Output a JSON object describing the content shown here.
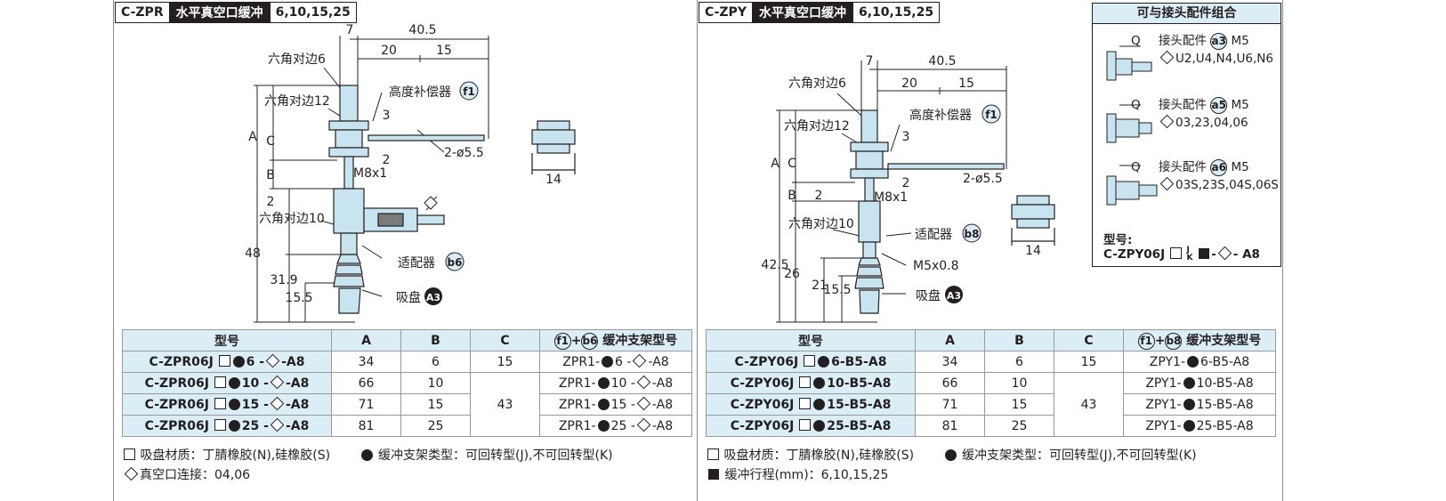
{
  "left": {
    "header": {
      "code": "C-ZPR",
      "name": "水平真空口缓冲",
      "sizes": "6,10,15,25"
    },
    "drawing": {
      "dims": {
        "d7": "7",
        "d40_5": "40.5",
        "d20": "20",
        "d15": "15",
        "d3": "3",
        "d2": "2",
        "holes": "2-ø5.5",
        "thread": "M8x1",
        "dA": "A",
        "dC": "C",
        "dB": "B",
        "d2b": "2",
        "d48": "48",
        "d31_9": "31.9",
        "d15_5": "15.5",
        "d14": "14"
      },
      "labels": {
        "hex6": "六角对边6",
        "hex12": "六角对边12",
        "hex10": "六角对边10",
        "compensator": "高度补偿器",
        "compensator_id": "f1",
        "adapter": "适配器",
        "adapter_id": "b6",
        "cup": "吸盘",
        "cup_id": "A3"
      }
    },
    "table": {
      "headers": {
        "model": "型号",
        "a": "A",
        "b": "B",
        "c": "C",
        "mount": "缓冲支架型号",
        "mount_id1": "f1",
        "mount_plus": "+",
        "mount_id2": "b6"
      },
      "rows": [
        {
          "model_pre": "C-ZPR06J",
          "model_mid": "6",
          "model_post": "-A8",
          "a": "34",
          "b": "6",
          "c": "15",
          "mount_pre": "ZPR1-",
          "mount_mid": "6",
          "mount_post": "-A8"
        },
        {
          "model_pre": "C-ZPR06J",
          "model_mid": "10",
          "model_post": "-A8",
          "a": "66",
          "b": "10",
          "c": "43",
          "mount_pre": "ZPR1-",
          "mount_mid": "10",
          "mount_post": "-A8"
        },
        {
          "model_pre": "C-ZPR06J",
          "model_mid": "15",
          "model_post": "-A8",
          "a": "71",
          "b": "15",
          "mount_pre": "ZPR1-",
          "mount_mid": "15",
          "mount_post": "-A8"
        },
        {
          "model_pre": "C-ZPR06J",
          "model_mid": "25",
          "model_post": "-A8",
          "a": "81",
          "b": "25",
          "mount_pre": "ZPR1-",
          "mount_mid": "25",
          "mount_post": "-A8"
        }
      ]
    },
    "notes": {
      "cup_material": "吸盘材质：丁腈橡胶(N),硅橡胶(S)",
      "mount_type": "缓冲支架类型：可回转型(J),不可回转型(K)",
      "vacuum_port": "真空口连接：04,06"
    }
  },
  "right": {
    "header": {
      "code": "C-ZPY",
      "name": "水平真空口缓冲",
      "sizes": "6,10,15,25"
    },
    "drawing": {
      "dims": {
        "d7": "7",
        "d40_5": "40.5",
        "d20": "20",
        "d15": "15",
        "d3": "3",
        "d2": "2",
        "holes": "2-ø5.5",
        "thread": "M8x1",
        "dA": "A",
        "dC": "C",
        "dB": "B",
        "d2b": "2",
        "d42_5": "42.5",
        "d26": "26",
        "d21": "21",
        "d15_5": "15.5",
        "d14": "14",
        "m5": "M5x0.8"
      },
      "labels": {
        "hex6": "六角对边6",
        "hex12": "六角对边12",
        "hex10": "六角对边10",
        "compensator": "高度补偿器",
        "compensator_id": "f1",
        "adapter": "适配器",
        "adapter_id": "b8",
        "cup": "吸盘",
        "cup_id": "A3"
      }
    },
    "combo": {
      "title": "可与接头配件组合",
      "items": [
        {
          "q": "Q",
          "name": "接头配件",
          "id": "a3",
          "size": "M5",
          "options": "U2,U4,N4,U6,N6"
        },
        {
          "q": "Q",
          "name": "接头配件",
          "id": "a5",
          "size": "M5",
          "options": "03,23,04,06"
        },
        {
          "q": "Q",
          "name": "接头配件",
          "id": "a6",
          "size": "M5",
          "options": "03S,23S,04S,06S"
        }
      ],
      "model_label": "型号:",
      "model_pre": "C-ZPY06J",
      "model_j": "J",
      "model_k": "K",
      "model_dash": "-",
      "model_post": "- A8"
    },
    "table": {
      "headers": {
        "model": "型号",
        "a": "A",
        "b": "B",
        "c": "C",
        "mount": "缓冲支架型号",
        "mount_id1": "f1",
        "mount_plus": "+",
        "mount_id2": "b8"
      },
      "rows": [
        {
          "model_pre": "C-ZPY06J",
          "model_post": "6-B5-A8",
          "a": "34",
          "b": "6",
          "c": "15",
          "mount_pre": "ZPY1-",
          "mount_post": "6-B5-A8"
        },
        {
          "model_pre": "C-ZPY06J",
          "model_post": "10-B5-A8",
          "a": "66",
          "b": "10",
          "c": "43",
          "mount_pre": "ZPY1-",
          "mount_post": "10-B5-A8"
        },
        {
          "model_pre": "C-ZPY06J",
          "model_post": "15-B5-A8",
          "a": "71",
          "b": "15",
          "mount_pre": "ZPY1-",
          "mount_post": "15-B5-A8"
        },
        {
          "model_pre": "C-ZPY06J",
          "model_post": "25-B5-A8",
          "a": "81",
          "b": "25",
          "mount_pre": "ZPY1-",
          "mount_post": "25-B5-A8"
        }
      ]
    },
    "notes": {
      "cup_material": "吸盘材质：丁腈橡胶(N),硅橡胶(S)",
      "mount_type": "缓冲支架类型：可回转型(J),不可回转型(K)",
      "stroke": "缓冲行程(mm)：6,10,15,25"
    }
  }
}
